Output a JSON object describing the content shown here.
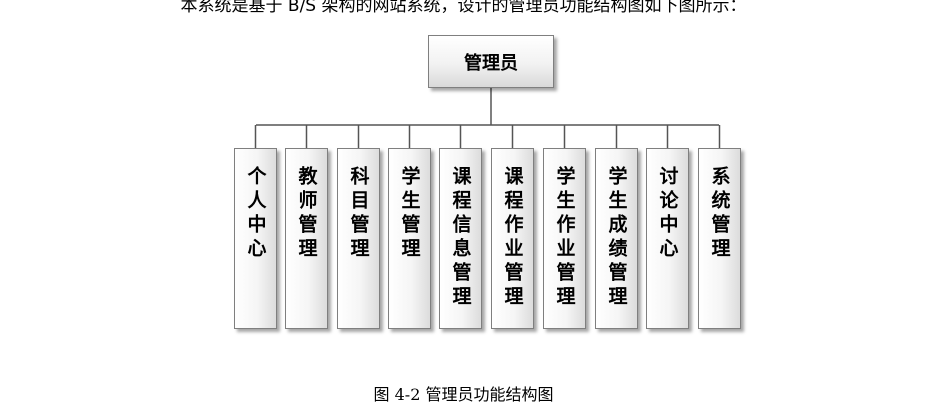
{
  "intro_text": "本系统是基于 B/S 架构的网站系统，设计的管理员功能结构图如下图所示：",
  "root": {
    "label": "管理员"
  },
  "children": [
    {
      "label": "个人中心"
    },
    {
      "label": "教师管理"
    },
    {
      "label": "科目管理"
    },
    {
      "label": "学生管理"
    },
    {
      "label": "课程信息管理"
    },
    {
      "label": "课程作业管理"
    },
    {
      "label": "学生作业管理"
    },
    {
      "label": "学生成绩管理"
    },
    {
      "label": "讨论中心"
    },
    {
      "label": "系统管理"
    }
  ],
  "caption": "图 4-2 管理员功能结构图",
  "colors": {
    "box_border": "#7f7f7f",
    "connector": "#555555",
    "text": "#000000"
  }
}
